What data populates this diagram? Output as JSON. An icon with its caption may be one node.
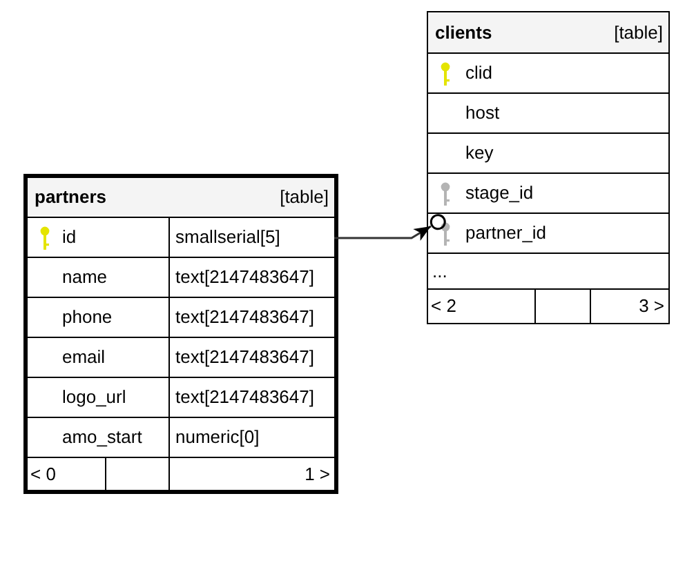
{
  "diagram": {
    "nodes": [
      {
        "text": [
          "partners",
          "[table]"
        ]
      },
      {
        "text": [
          "id",
          "smallserial[5]"
        ],
        "in": 0
      },
      {
        "text": [
          "name",
          "text[2147483647]"
        ],
        "in": 0
      },
      {
        "text": [
          "phone",
          "text[2147483647]"
        ],
        "in": 0
      },
      {
        "text": [
          "email",
          "text[2147483647]"
        ],
        "in": 0
      },
      {
        "text": [
          "logo_url",
          "text[2147483647]"
        ],
        "in": 0
      },
      {
        "text": [
          "amo_start",
          "numeric[0]"
        ],
        "in": 0
      },
      {
        "text": [
          "< 0",
          "1 >"
        ],
        "in": 0
      },
      {
        "text": [
          "clients",
          "[table]"
        ]
      },
      {
        "text": [
          "clid"
        ],
        "in": 8
      },
      {
        "text": [
          "host"
        ],
        "in": 8
      },
      {
        "text": [
          "key"
        ],
        "in": 8
      },
      {
        "text": [
          "stage_id"
        ],
        "in": 8
      },
      {
        "text": [
          "partner_id"
        ],
        "in": 8
      },
      {
        "text": [
          "..."
        ],
        "in": 8
      },
      {
        "text": [
          "< 2",
          "3 >"
        ],
        "in": 8
      }
    ],
    "edges": [
      {
        "from": 1,
        "to": 13,
        "arrow": "to"
      }
    ]
  }
}
